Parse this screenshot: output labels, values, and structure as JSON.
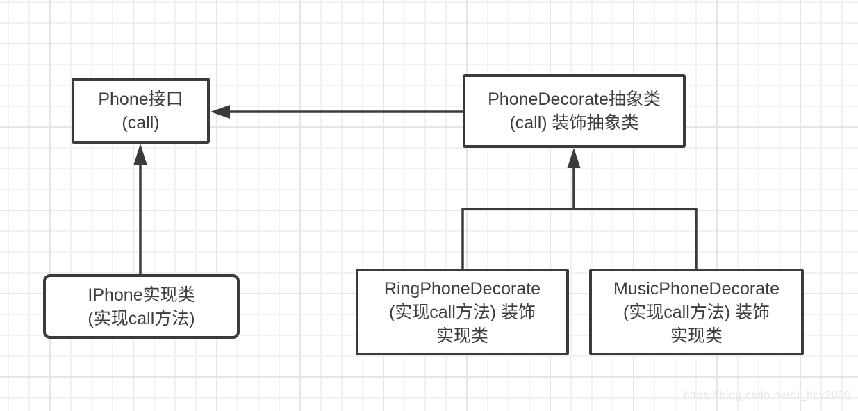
{
  "diagram": {
    "kind": "class-diagram",
    "pattern": "decorator"
  },
  "nodes": {
    "phone_interface": {
      "lines": [
        "Phone接口",
        "(call)"
      ]
    },
    "phone_decorate": {
      "lines": [
        "PhoneDecorate抽象类",
        "(call) 装饰抽象类"
      ]
    },
    "iphone_impl": {
      "lines": [
        "IPhone实现类",
        "(实现call方法)"
      ]
    },
    "ring_phone_decorate": {
      "lines": [
        "RingPhoneDecorate",
        "(实现call方法) 装饰",
        "实现类"
      ]
    },
    "music_phone_decorate": {
      "lines": [
        "MusicPhoneDecorate",
        "(实现call方法) 装饰",
        "实现类"
      ]
    }
  },
  "edges": [
    {
      "from": "phone_decorate",
      "to": "phone_interface",
      "style": "solid-line",
      "arrowhead": "filled-triangle",
      "direction": "left"
    },
    {
      "from": "iphone_impl",
      "to": "phone_interface",
      "style": "solid-line",
      "arrowhead": "filled-triangle",
      "direction": "up"
    },
    {
      "from": [
        "ring_phone_decorate",
        "music_phone_decorate"
      ],
      "to": "phone_decorate",
      "style": "solid-tree",
      "arrowhead": "filled-triangle",
      "direction": "up"
    }
  ],
  "watermark": {
    "text": "https://blog.csdn.net/u_hcy2000"
  },
  "colors": {
    "stroke": "#3b3b3b",
    "text": "#3d3d3d",
    "background": "#ffffff",
    "grid_minor": "#f2f2f2",
    "grid_major": "#e6e6e6",
    "watermark": "#e7e7e7"
  }
}
